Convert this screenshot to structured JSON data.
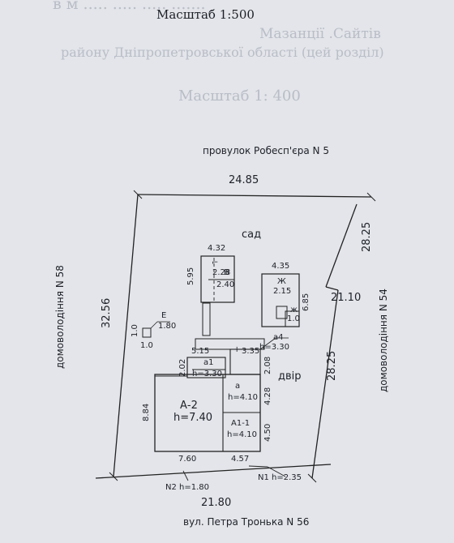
{
  "header": {
    "scale_title": "Масштаб 1:500",
    "ghost_lines": [
      "Масштаб 1: 400"
    ]
  },
  "streets": {
    "top": "провулок Робесп'єра N 5",
    "bottom": "вул. Петра Тронька N 56",
    "left": "домоволодіння N 58",
    "right": "домоволодіння N 54"
  },
  "boundary": {
    "top": "24.85",
    "left": "32.56",
    "bottom": "21.80",
    "right_upper": "28.25",
    "right_lower": "28.25",
    "jog": "21.10"
  },
  "zones": {
    "garden": "сад",
    "yard": "двір"
  },
  "buildings": {
    "V": {
      "name": "В",
      "width": "4.32",
      "depth": "5.95",
      "dims": [
        "2.28",
        "2.40"
      ]
    },
    "Zh": {
      "name": "Ж",
      "width": "4.35",
      "depth": "6.85",
      "dim": "2.15",
      "small_name": "ж",
      "small_dim": "1.0"
    },
    "E": {
      "name": "Е",
      "dim_a": "1.80",
      "dim_b": "1.0",
      "dim_c": "1.0"
    },
    "a4": {
      "name": "а4",
      "height": "h=3.30",
      "width": "3.35",
      "side": "2.08"
    },
    "a1": {
      "name": "а1",
      "height": "h=3.30",
      "width": "5.15",
      "side": "2.02"
    },
    "a": {
      "name": "а",
      "height": "h=4.10",
      "side": "4.28"
    },
    "A2": {
      "name": "А-2",
      "height": "h=7.40",
      "depth": "8.84",
      "width": "7.60"
    },
    "A11": {
      "name": "А1-1",
      "height": "h=4.10",
      "side": "4.50",
      "width": "4.57"
    }
  },
  "gates": {
    "n1": "N1 h=2.35",
    "n2": "N2 h=1.80"
  }
}
